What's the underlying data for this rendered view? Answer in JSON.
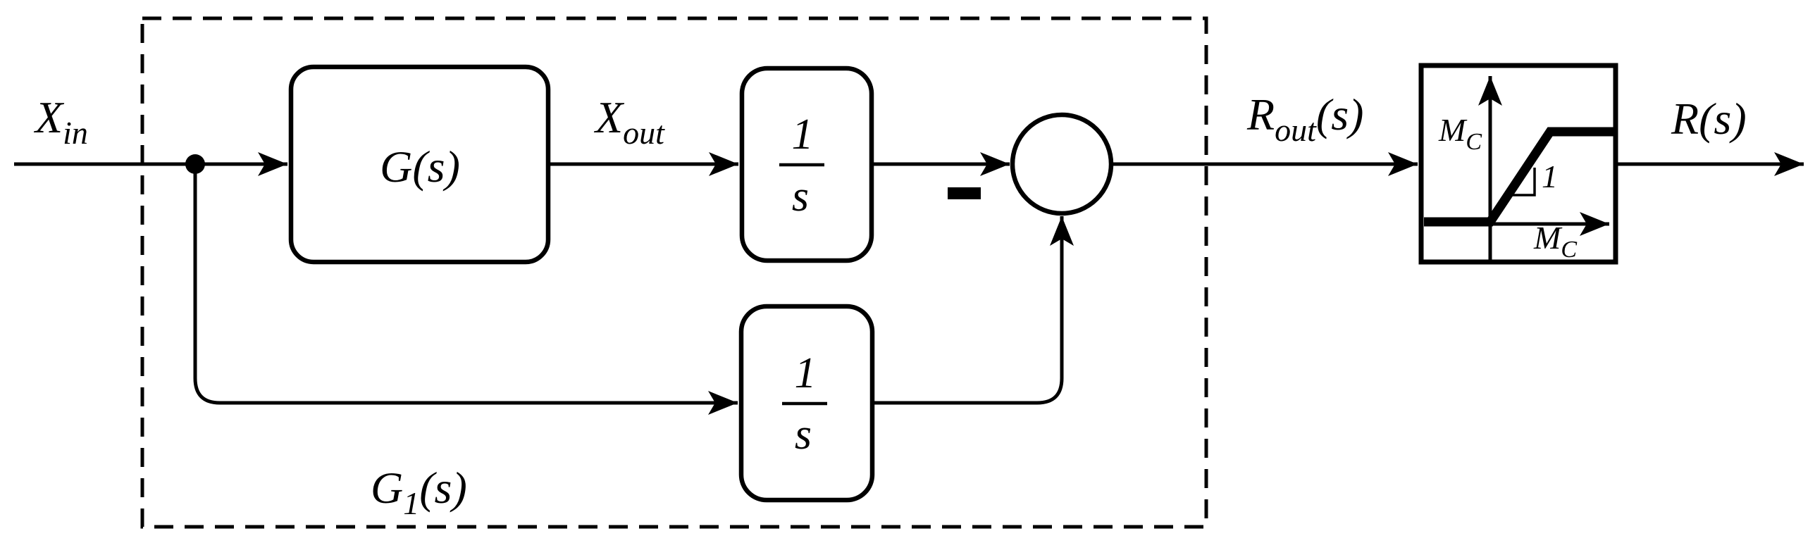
{
  "labels": {
    "input_signal": {
      "base": "X",
      "sub": "in"
    },
    "plant_block": "G(s)",
    "plant_output_signal": {
      "base": "X",
      "sub": "out"
    },
    "integrator_top": {
      "numerator": "1",
      "denominator": "s"
    },
    "integrator_bottom": {
      "numerator": "1",
      "denominator": "s"
    },
    "sum_sign": "-",
    "subsystem": {
      "base": "G",
      "sub": "1",
      "suffix": "(s)"
    },
    "sum_output_signal": {
      "base": "R",
      "sub": "out",
      "suffix": "(s)"
    },
    "saturation": {
      "upper_limit": {
        "base": "M",
        "sub": "C"
      },
      "input_limit": {
        "base": "M",
        "sub": "C"
      },
      "slope": "1"
    },
    "output_signal": "R(s)"
  },
  "colors": {
    "stroke": "#000000",
    "background": "#ffffff"
  }
}
